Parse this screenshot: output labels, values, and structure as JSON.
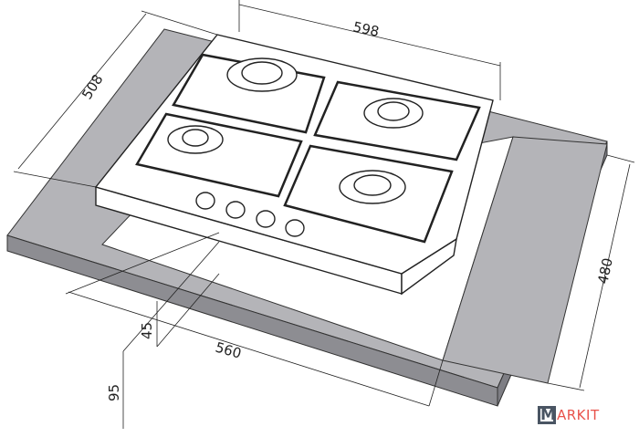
{
  "dimensions": {
    "width": "598",
    "depth": "508",
    "cutout_depth": "480",
    "cutout_width": "560",
    "height_above": "45",
    "height_below": "95"
  },
  "logo": {
    "text": "MARKIT",
    "first_letter": "M",
    "rest": "ARKIT"
  },
  "colors": {
    "counter_top": "#b4b4b8",
    "counter_edge": "#8d8d92",
    "logo_dark": "#4a5563",
    "logo_red": "#e8524a"
  }
}
